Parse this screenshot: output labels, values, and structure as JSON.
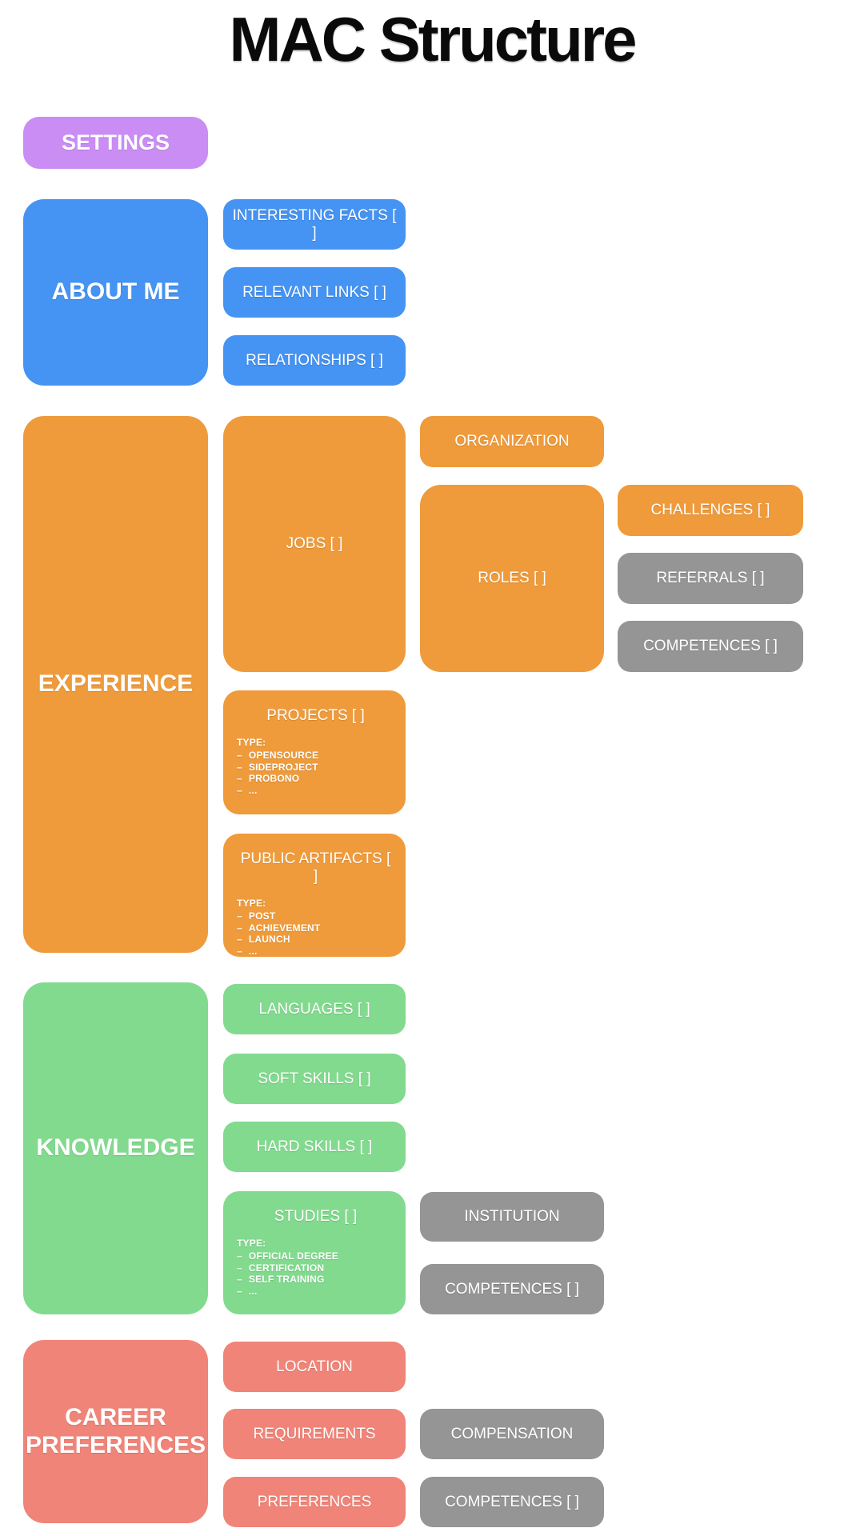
{
  "title": "MAC Structure",
  "list_dash": "–",
  "colors": {
    "purple": "#C98DF4",
    "blue": "#4593F2",
    "orange": "#EF9B3B",
    "green": "#82DA8E",
    "salmon": "#F08478",
    "gray": "#959595",
    "label_text": "#FFFFFF",
    "title_text": "#0A0A0A"
  },
  "settings": {
    "label": "SETTINGS"
  },
  "about_me": {
    "label": "ABOUT ME",
    "children": {
      "interesting_facts": "INTERESTING FACTS [ ]",
      "relevant_links": "RELEVANT LINKS [ ]",
      "relationships": "RELATIONSHIPS [ ]"
    }
  },
  "experience": {
    "label": "EXPERIENCE",
    "jobs": {
      "label": "JOBS [ ]",
      "organization": "ORGANIZATION",
      "roles": {
        "label": "ROLES [ ]",
        "challenges": "CHALLENGES [ ]",
        "referrals": "REFERRALS [ ]",
        "competences": "COMPETENCES [ ]"
      }
    },
    "projects": {
      "label": "PROJECTS [ ]",
      "type_label": "TYPE:",
      "types": [
        "OPENSOURCE",
        "SIDEPROJECT",
        "PROBONO",
        "..."
      ]
    },
    "public_artifacts": {
      "label": "PUBLIC ARTIFACTS [ ]",
      "type_label": "TYPE:",
      "types": [
        "POST",
        "ACHIEVEMENT",
        "LAUNCH",
        "..."
      ]
    }
  },
  "knowledge": {
    "label": "KNOWLEDGE",
    "languages": "LANGUAGES [ ]",
    "soft_skills": "SOFT SKILLS [ ]",
    "hard_skills": "HARD SKILLS [ ]",
    "studies": {
      "label": "STUDIES [ ]",
      "type_label": "TYPE:",
      "types": [
        "OFFICIAL DEGREE",
        "CERTIFICATION",
        "SELF TRAINING",
        "..."
      ],
      "institution": "INSTITUTION",
      "competences": "COMPETENCES [ ]"
    }
  },
  "career_preferences": {
    "label": "CAREER PREFERENCES",
    "location": "LOCATION",
    "requirements": "REQUIREMENTS",
    "compensation": "COMPENSATION",
    "preferences": "PREFERENCES",
    "competences": "COMPETENCES [ ]"
  }
}
